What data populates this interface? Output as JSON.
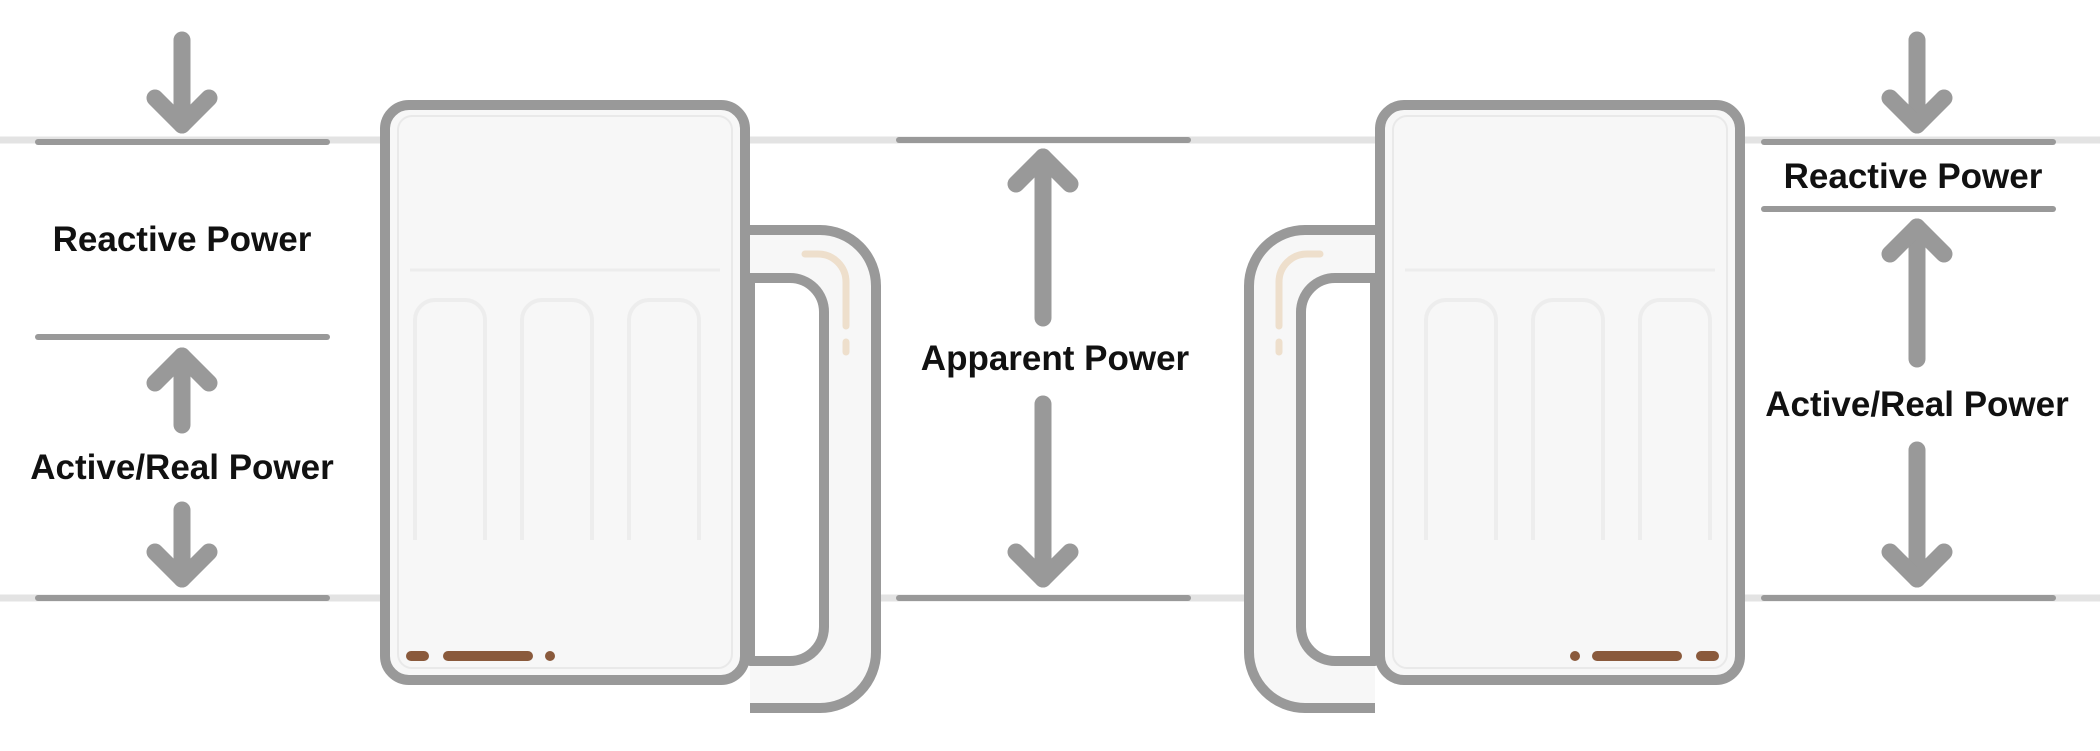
{
  "diagram": {
    "labels": {
      "left_reactive": "Reactive Power",
      "left_active": "Active/Real Power",
      "center_apparent": "Apparent Power",
      "right_reactive": "Reactive Power",
      "right_active": "Active/Real Power"
    },
    "colors": {
      "stroke": "#999999",
      "guide_line": "#e3e3e3",
      "glass_fill": "#f7f7f7",
      "foam_highlight": "#eedfcc",
      "liquid": "#8a5a3c",
      "label": "#111111"
    },
    "icons": {
      "left_mug": "beer-mug-icon",
      "right_mug": "beer-mug-icon",
      "arrows": "arrow-icon"
    }
  }
}
